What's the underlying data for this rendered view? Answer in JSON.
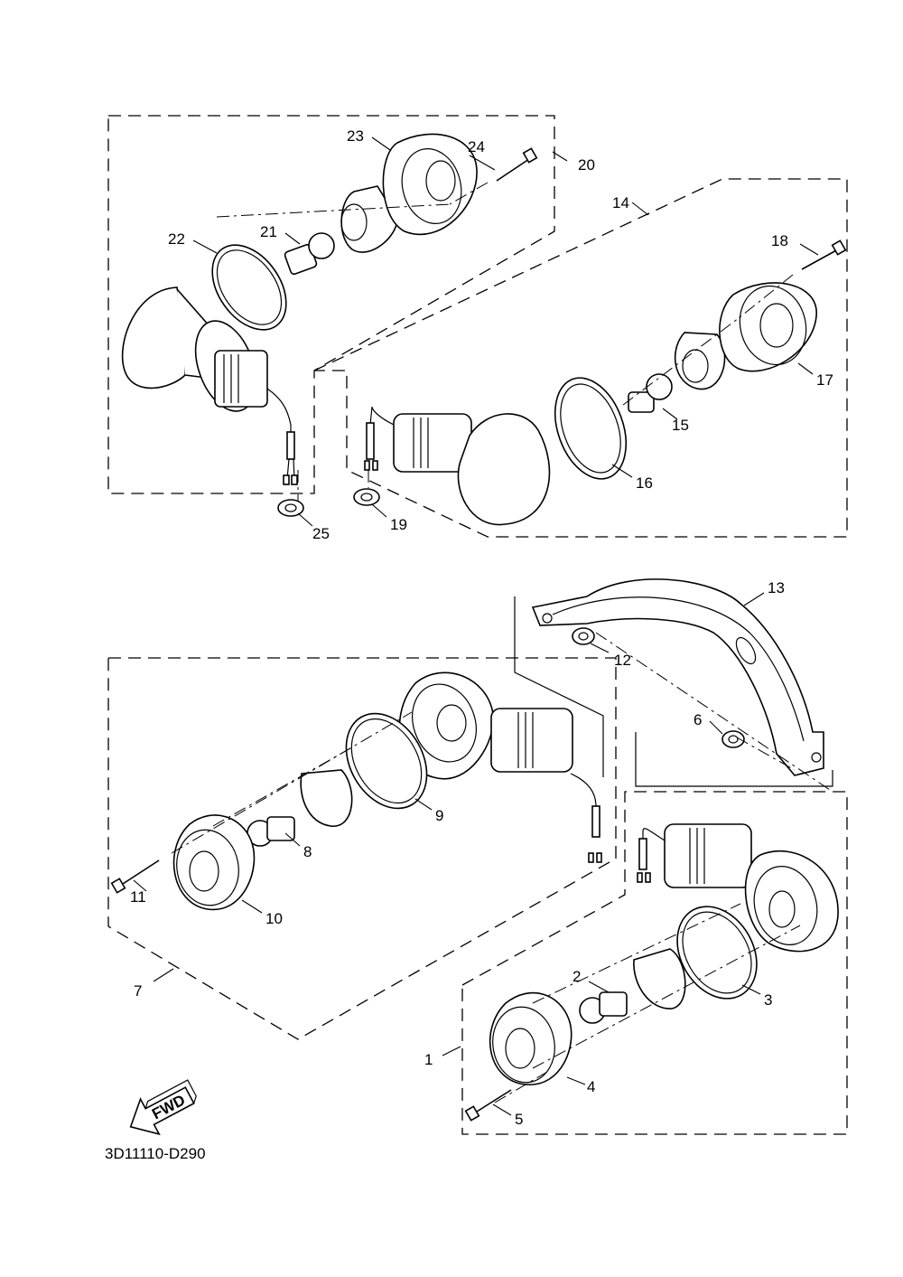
{
  "diagram": {
    "drawing_code": "3D11110-D290",
    "fwd_arrow_label": "FWD",
    "callouts": [
      "1",
      "2",
      "3",
      "4",
      "5",
      "6",
      "7",
      "8",
      "9",
      "10",
      "11",
      "12",
      "13",
      "14",
      "15",
      "16",
      "17",
      "18",
      "19",
      "20",
      "21",
      "22",
      "23",
      "24",
      "25"
    ],
    "icons": [
      "turn-signal-assembly",
      "bulb",
      "lens",
      "gasket",
      "screw",
      "nut",
      "bracket",
      "fwd-arrow-icon"
    ]
  }
}
